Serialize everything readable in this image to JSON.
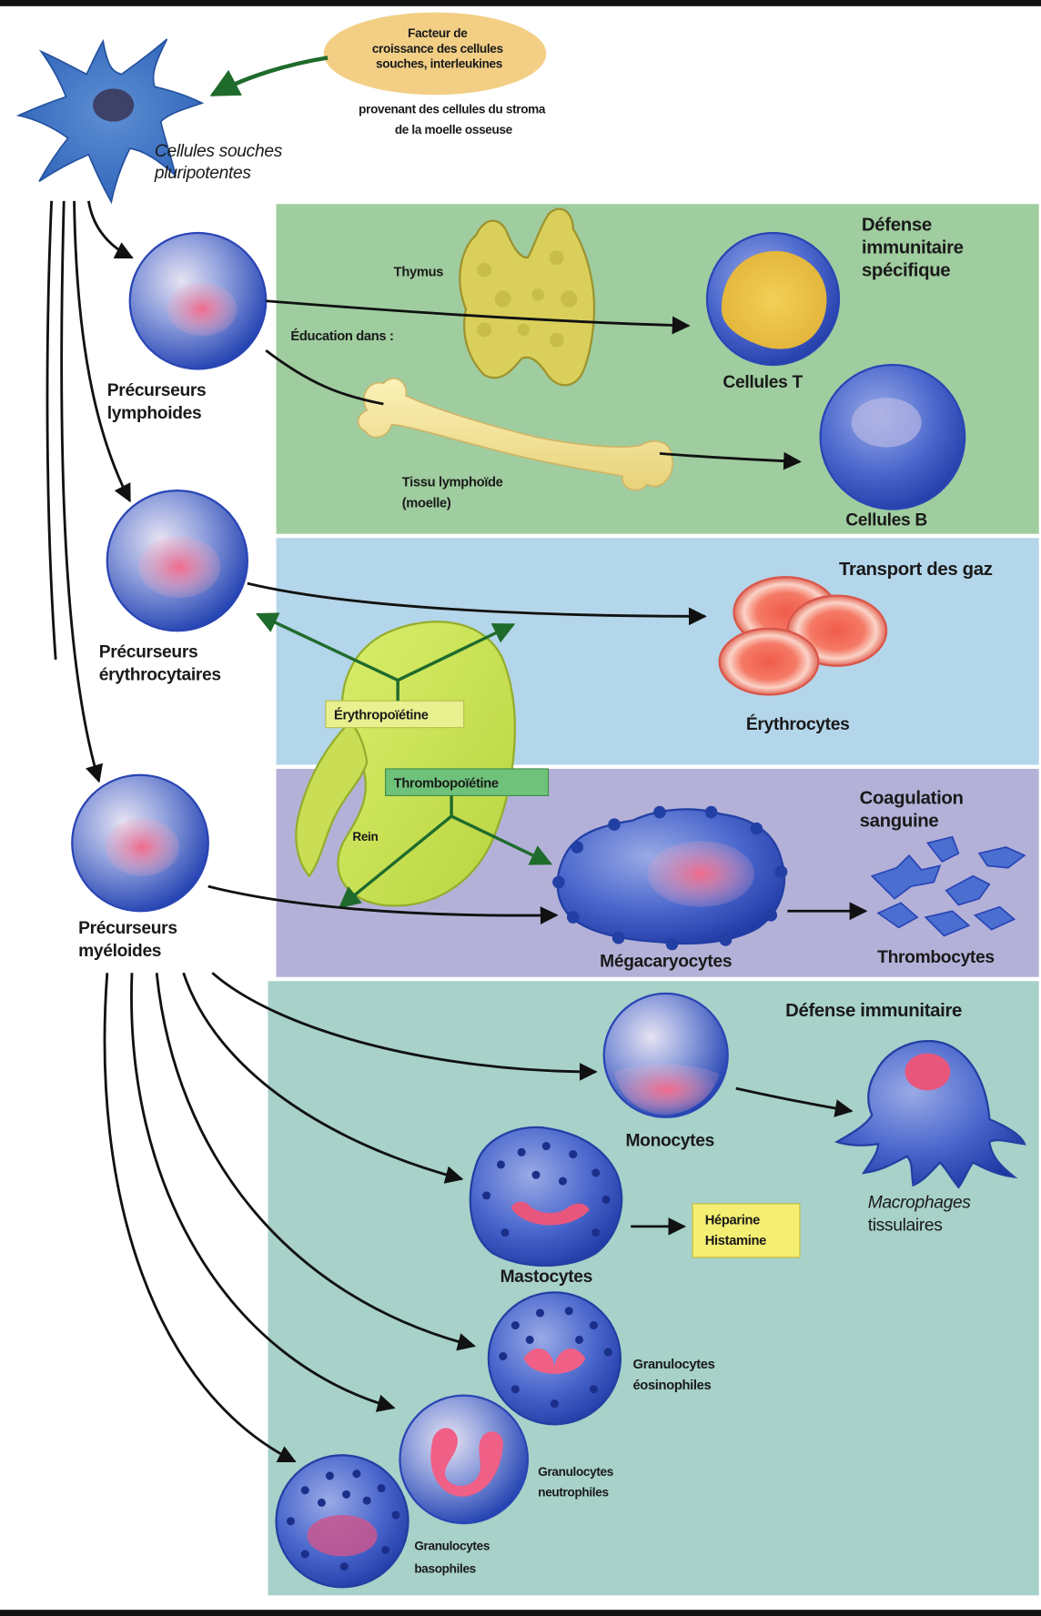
{
  "header": {
    "factor_bubble": [
      "Facteur de",
      "croissance des cellules",
      "souches, interleukines"
    ],
    "stroma_note": [
      "provenant des cellules du stroma",
      "de la moelle osseuse"
    ]
  },
  "stem_cell": {
    "label": [
      "Cellules souches",
      "pluripotentes"
    ]
  },
  "precursors": {
    "lymphoid": [
      "Précurseurs",
      "lymphoides"
    ],
    "erythroid": [
      "Précurseurs",
      "érythrocytaires"
    ],
    "myeloid": [
      "Précurseurs",
      "myéloides"
    ]
  },
  "panels": {
    "specific_immunity": {
      "title": [
        "Défense",
        "immunitaire",
        "spécifique"
      ],
      "thymus": "Thymus",
      "education": "Éducation dans :",
      "lymphoid_tissue": [
        "Tissu lymphoïde",
        "(moelle)"
      ],
      "t_cells": "Cellules T",
      "b_cells": "Cellules B"
    },
    "gas_transport": {
      "title": "Transport des gaz",
      "erythropoietin": "Érythropoïétine",
      "erythrocytes": "Érythrocytes"
    },
    "coagulation": {
      "title": [
        "Coagulation",
        "sanguine"
      ],
      "thrombopoietin": "Thrombopoïétine",
      "kidney": "Rein",
      "megakaryocytes": "Mégacaryocytes",
      "thrombocytes": "Thrombocytes"
    },
    "immunity": {
      "title": "Défense immunitaire",
      "monocytes": "Monocytes",
      "macrophages": [
        "Macrophages",
        "tissulaires"
      ],
      "mastocytes": "Mastocytes",
      "mediators": [
        "Héparine",
        "Histamine"
      ],
      "eosinophils": [
        "Granulocytes",
        "éosinophiles"
      ],
      "neutrophils": [
        "Granulocytes",
        "neutrophiles"
      ],
      "basophils": [
        "Granulocytes",
        "basophiles"
      ]
    }
  }
}
